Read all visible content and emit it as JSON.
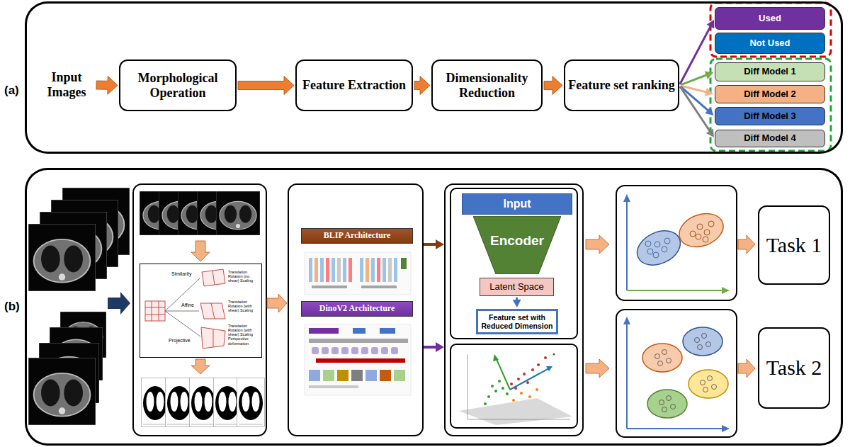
{
  "diagram": {
    "nodes": [
      {
        "text": [
          "(a)"
        ]
      },
      {
        "text": [
          "Input Images"
        ],
        "in": 0
      },
      {
        "text": [
          "Morphological Operation"
        ],
        "in": 0
      },
      {
        "text": [
          "Feature Extraction"
        ],
        "in": 0
      },
      {
        "text": [
          "Dimensionality Reduction"
        ],
        "in": 0
      },
      {
        "text": [
          "Feature set ranking"
        ],
        "in": 0
      },
      {
        "text": [
          "Used"
        ],
        "in": 0
      },
      {
        "text": [
          "Not Used"
        ],
        "in": 0
      },
      {
        "text": [
          "Diff Model 1"
        ],
        "in": 0
      },
      {
        "text": [
          "Diff Model 2"
        ],
        "in": 0
      },
      {
        "text": [
          "Diff Model 3"
        ],
        "in": 0
      },
      {
        "text": [
          "Diff Model 4"
        ],
        "in": 0
      },
      {
        "text": [
          "(b)"
        ]
      },
      {
        "text": [
          "Similarity",
          "Translation Rotation (no shear) Scaling",
          "Affine",
          "Translation Rotation (with shear) Scaling",
          "Projective",
          "Translation Rotation (with shear) Scaling Perspective deformation"
        ],
        "in": 12
      },
      {
        "text": [
          "BLIP Architecture"
        ],
        "in": 12
      },
      {
        "text": [
          "DinoV2 Architecture"
        ],
        "in": 12
      },
      {
        "text": [
          "Input"
        ],
        "in": 12
      },
      {
        "text": [
          "Encoder"
        ],
        "in": 12
      },
      {
        "text": [
          "Latent Space"
        ],
        "in": 12
      },
      {
        "text": [
          "Feature set with Reduced Dimension"
        ],
        "in": 12
      },
      {
        "text": [
          "Task 1"
        ],
        "in": 12
      },
      {
        "text": [
          "Task 2"
        ],
        "in": 12
      }
    ],
    "edges": [
      {
        "from": 1,
        "to": 2,
        "arrow": "to"
      },
      {
        "from": 2,
        "to": 3,
        "arrow": "to"
      },
      {
        "from": 3,
        "to": 4,
        "arrow": "to"
      },
      {
        "from": 4,
        "to": 5,
        "arrow": "to"
      },
      {
        "from": 5,
        "to": 6,
        "arrow": "to"
      },
      {
        "from": 5,
        "to": 8,
        "arrow": "to"
      },
      {
        "from": 5,
        "to": 9,
        "arrow": "to"
      },
      {
        "from": 5,
        "to": 10,
        "arrow": "to"
      },
      {
        "from": 5,
        "to": 11,
        "arrow": "to"
      },
      {
        "from": 18,
        "to": 19,
        "arrow": "to"
      }
    ]
  }
}
